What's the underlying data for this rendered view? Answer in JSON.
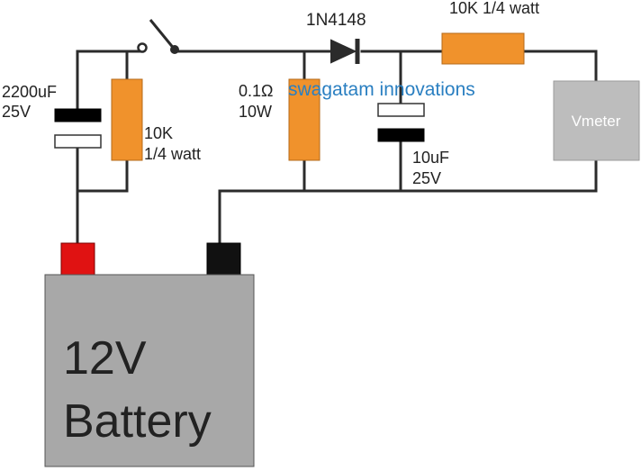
{
  "components": {
    "cap_large": {
      "value": "2200uF",
      "voltage": "25V"
    },
    "resistor_bleed": {
      "value": "10K",
      "rating": "1/4 watt"
    },
    "resistor_shunt": {
      "value": "0.1Ω",
      "rating": "10W"
    },
    "diode": {
      "part": "1N4148"
    },
    "resistor_series": {
      "label": "10K 1/4 watt"
    },
    "cap_small": {
      "value": "10uF",
      "voltage": "25V"
    },
    "voltmeter": {
      "label": "Vmeter"
    },
    "battery": {
      "line1": "12V",
      "line2": "Battery"
    }
  },
  "watermark": {
    "text": "swagatam innovations"
  },
  "colors": {
    "wire": "#2b2b2b",
    "resistor": "#f0922c",
    "battery_body": "#a8a8a8",
    "battery_positive": "#e01212",
    "battery_negative": "#111111",
    "meter": "#bdbdbd",
    "watermark": "#2a7fc1"
  }
}
